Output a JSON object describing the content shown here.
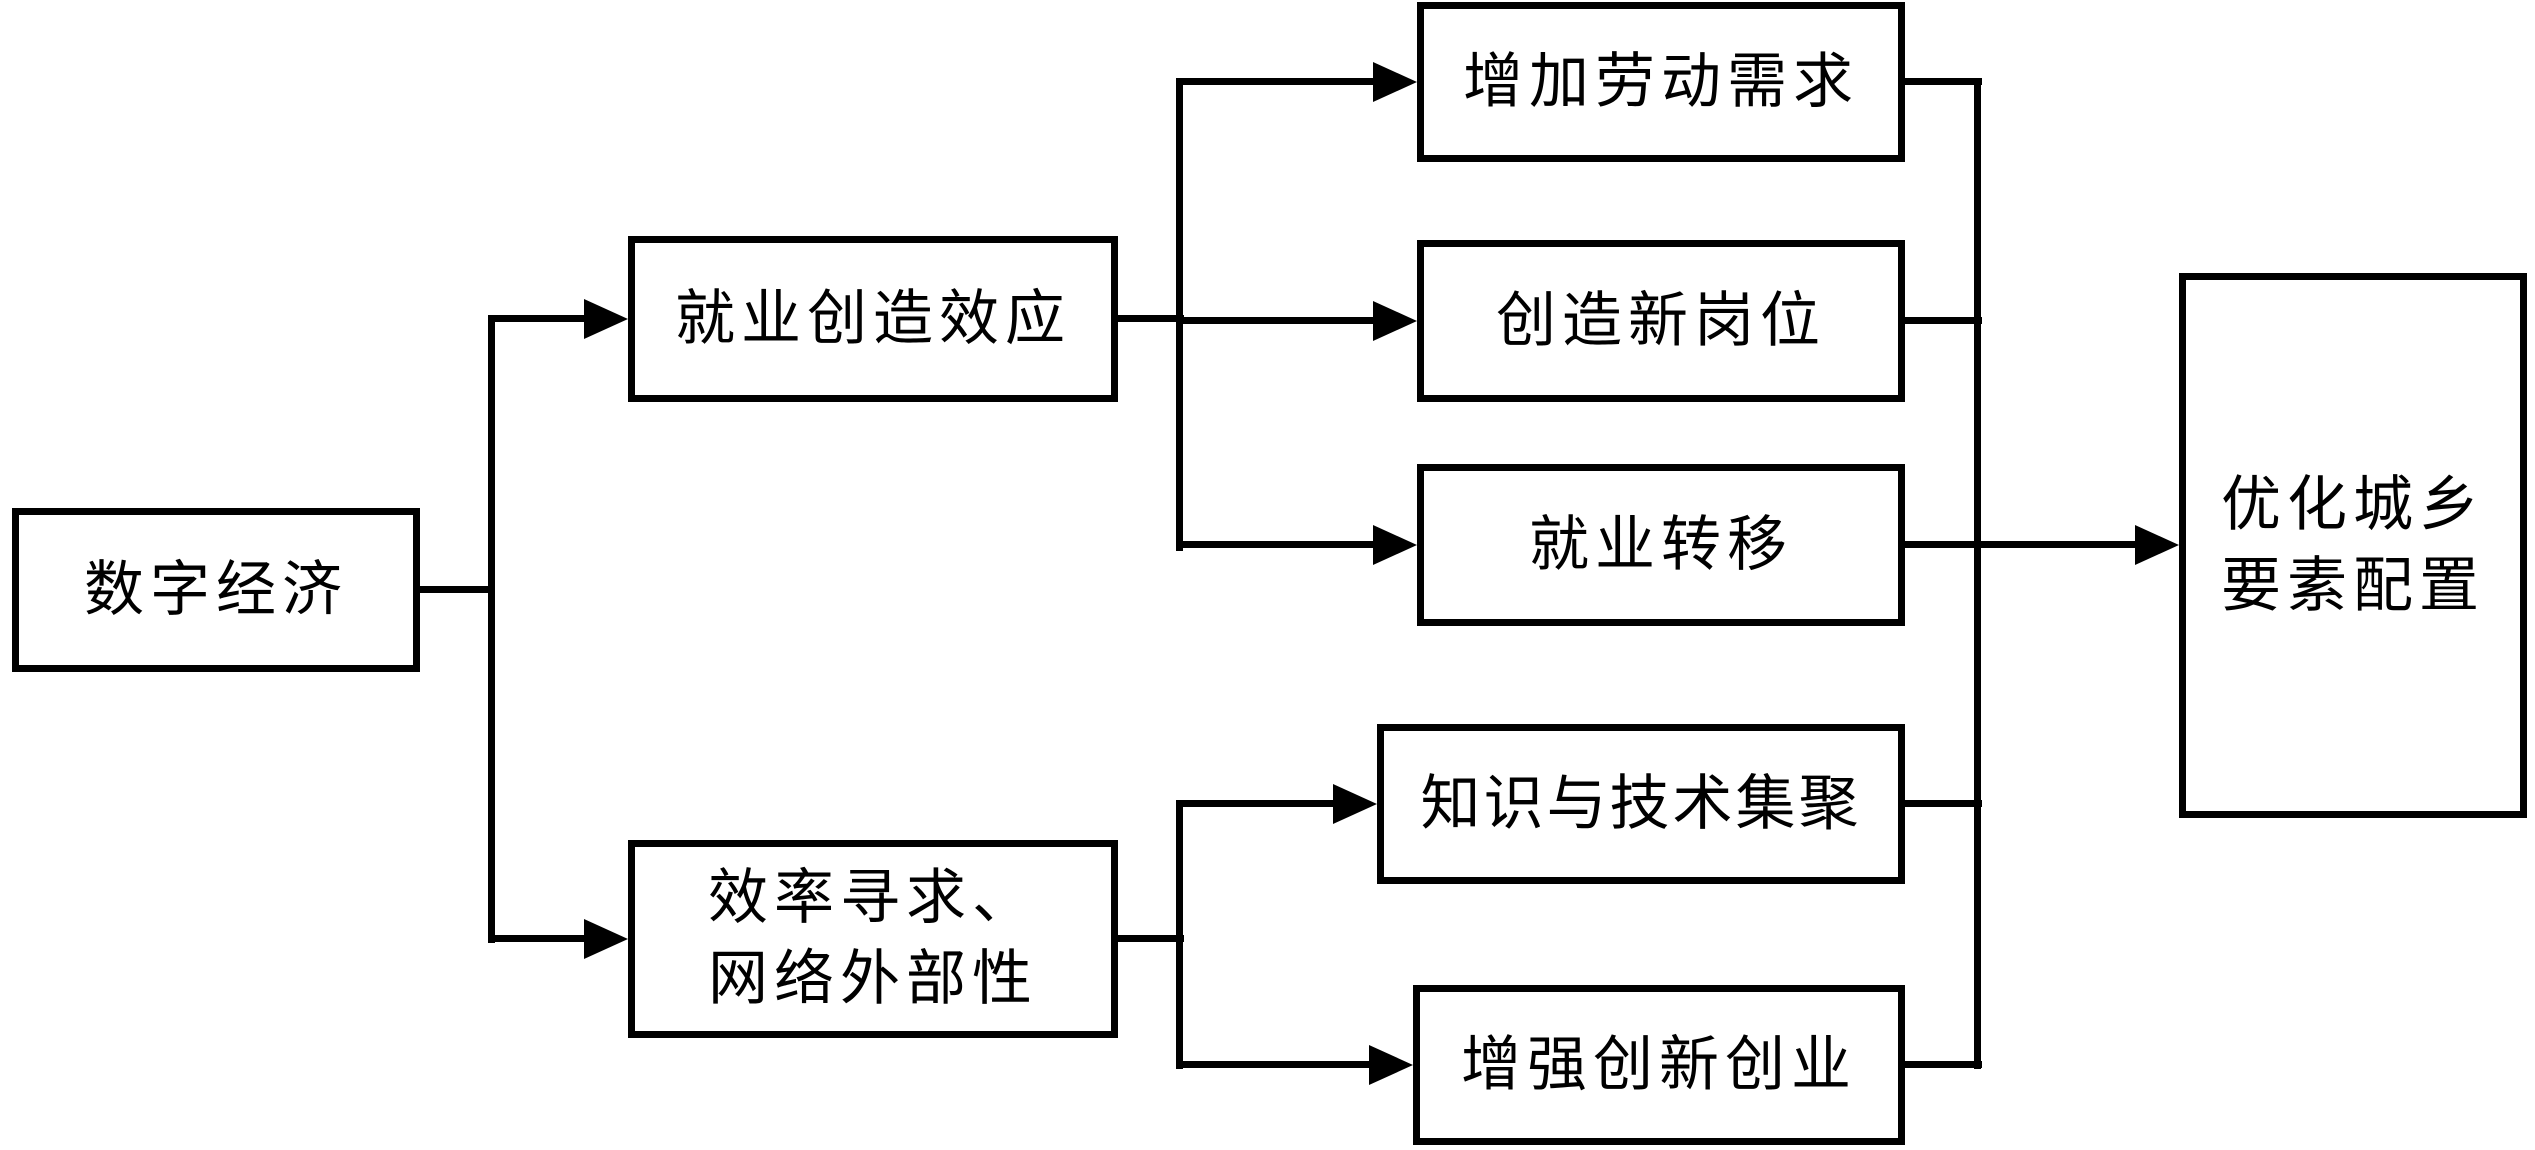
{
  "diagram": {
    "type": "flowchart",
    "colors": {
      "line": "#000000",
      "background": "#ffffff",
      "box_fill": "#ffffff"
    },
    "nodes": {
      "digital_economy": {
        "label": "数字经济"
      },
      "employment_creation": {
        "label": "就业创造效应"
      },
      "efficiency_network": {
        "line1": "效率寻求、",
        "line2": "网络外部性"
      },
      "increase_labor_demand": {
        "label": "增加劳动需求"
      },
      "create_new_positions": {
        "label": "创造新岗位"
      },
      "employment_transfer": {
        "label": "就业转移"
      },
      "knowledge_tech_agglomeration": {
        "label": "知识与技术集聚"
      },
      "enhance_innovation_entrepreneurship": {
        "label": "增强创新创业"
      },
      "optimize_allocation": {
        "line1": "优化城乡",
        "line2": "要素配置"
      }
    },
    "edges": [
      "digital_economy -> employment_creation",
      "digital_economy -> efficiency_network",
      "employment_creation -> increase_labor_demand",
      "employment_creation -> create_new_positions",
      "employment_creation -> employment_transfer",
      "efficiency_network -> knowledge_tech_agglomeration",
      "efficiency_network -> enhance_innovation_entrepreneurship",
      "increase_labor_demand -> optimize_allocation",
      "create_new_positions -> optimize_allocation",
      "employment_transfer -> optimize_allocation",
      "knowledge_tech_agglomeration -> optimize_allocation",
      "enhance_innovation_entrepreneurship -> optimize_allocation"
    ]
  }
}
